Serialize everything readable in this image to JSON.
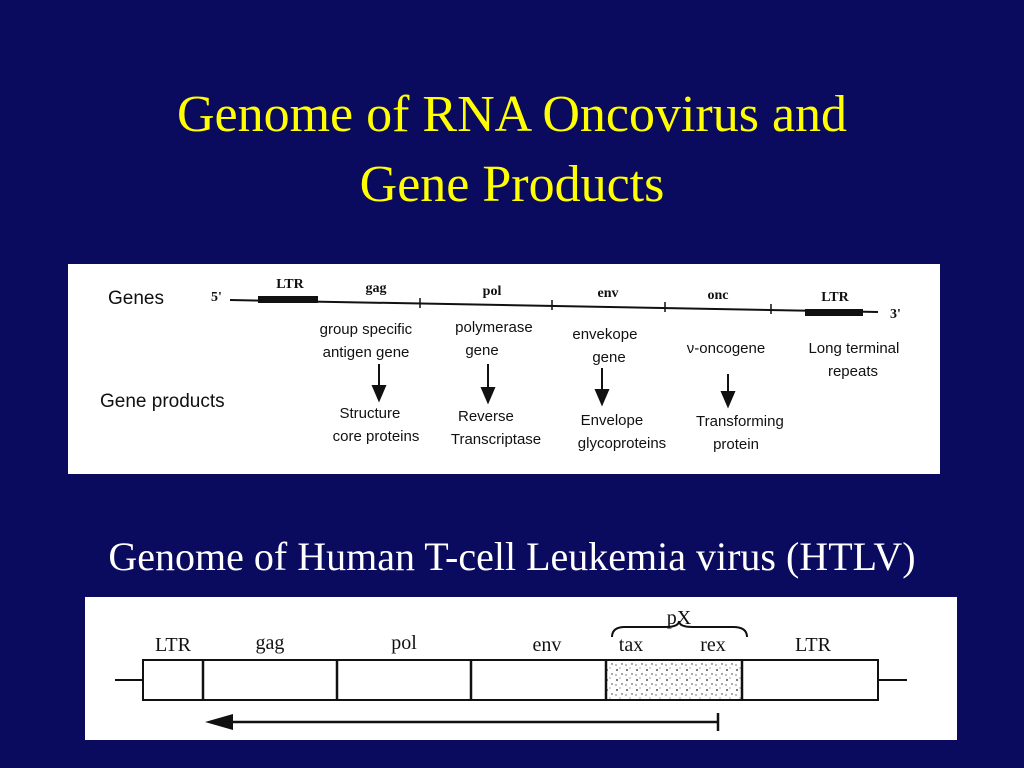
{
  "slide": {
    "title_line1": "Genome of RNA Oncovirus and",
    "title_line2": "Gene Products",
    "subtitle": "Genome of Human T-cell Leukemia virus (HTLV)"
  },
  "diagram1": {
    "row_genes": "Genes",
    "row_products": "Gene products",
    "five_prime": "5'",
    "three_prime": "3'",
    "genes": [
      {
        "name": "LTR",
        "desc": [
          "",
          ""
        ],
        "product": [
          "",
          ""
        ]
      },
      {
        "name": "gag",
        "desc": [
          "group specific",
          "antigen gene"
        ],
        "product": [
          "Structure",
          "core proteins"
        ]
      },
      {
        "name": "pol",
        "desc": [
          "polymerase",
          "gene"
        ],
        "product": [
          "Reverse",
          "Transcriptase"
        ]
      },
      {
        "name": "env",
        "desc": [
          "envekope",
          "gene"
        ],
        "product": [
          "Envelope",
          "glycoproteins"
        ]
      },
      {
        "name": "onc",
        "desc": [
          "ν-oncogene",
          ""
        ],
        "product": [
          "Transforming",
          "protein"
        ]
      },
      {
        "name": "LTR",
        "desc": [
          "Long terminal",
          "repeats"
        ],
        "product": [
          "",
          ""
        ]
      }
    ]
  },
  "diagram2": {
    "px_label": "pX",
    "segments": [
      "LTR",
      "gag",
      "pol",
      "env",
      "tax",
      "rex",
      "LTR"
    ]
  }
}
